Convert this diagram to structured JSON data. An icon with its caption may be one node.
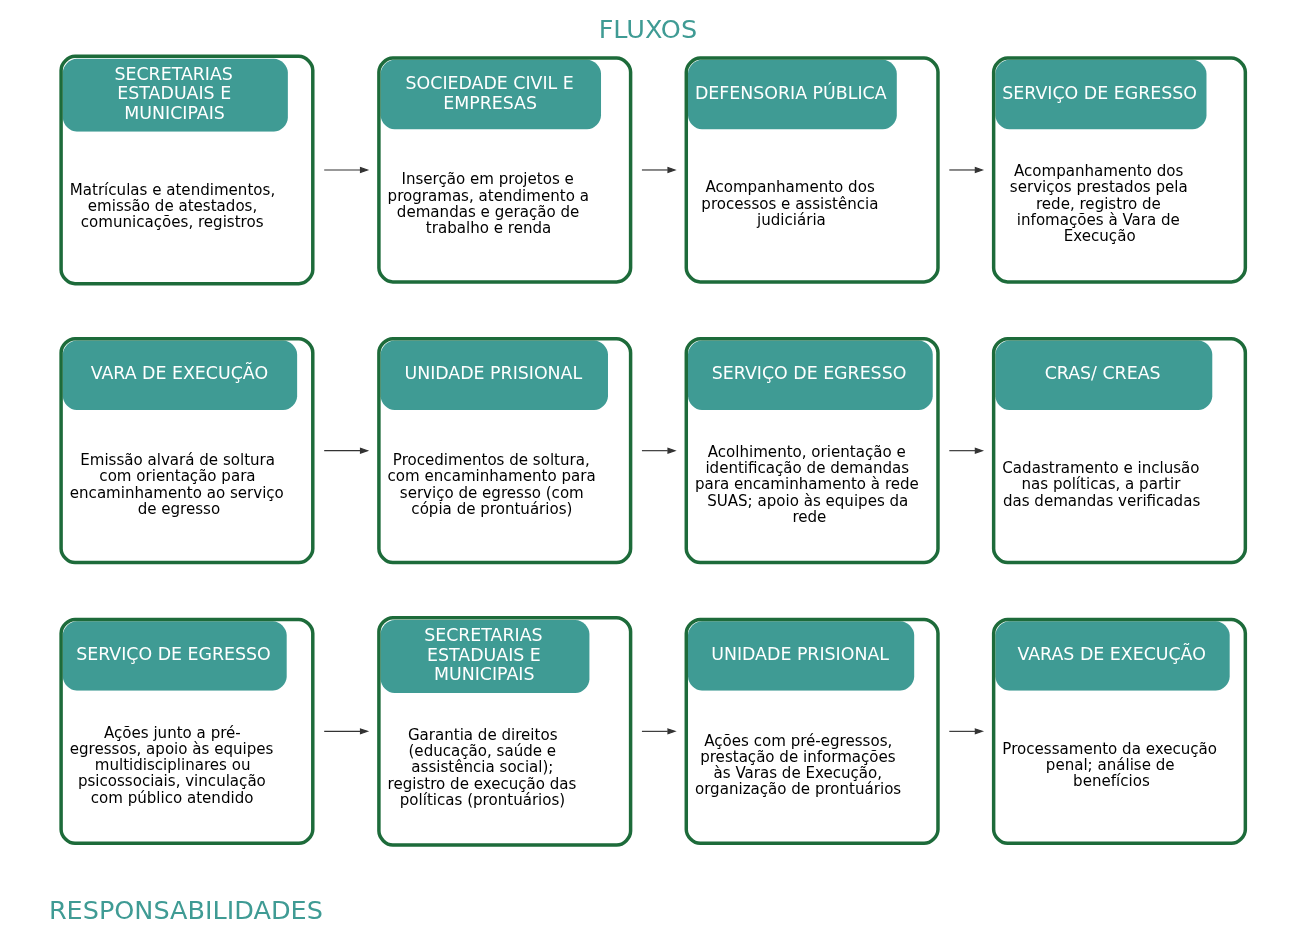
{
  "diagram": {
    "title": "FLUXOS",
    "nodes": [
      {
        "text": [
          "SERVIÇO DE EGRESSO",
          "Ações junto a pré-egressos, apoio às equipes multidisciplinares ou psicossociais, vinculação com público atendido"
        ]
      },
      {
        "text": [
          "SECRETARIAS ESTADUAIS E MUNICIPAIS",
          "Garantia de direitos (educação, saúde e assistência social); registro de execução das políticas (prontuários)"
        ]
      },
      {
        "text": [
          "UNIDADE PRISIONAL",
          "Ações com pré-egressos, prestação de informações às Varas de Execução, organização de prontuários"
        ]
      },
      {
        "text": [
          "VARAS DE EXECUÇÃO",
          "Processamento da execução penal; análise de benefícios"
        ]
      },
      {
        "text": [
          "VARA DE EXECUÇÃO",
          "Emissão alvará de soltura com orientação para encaminhamento ao serviço de egresso"
        ]
      },
      {
        "text": [
          "UNIDADE PRISIONAL",
          "Procedimentos de soltura, com encaminhamento para serviço de egresso (com cópia de prontuários)"
        ]
      },
      {
        "text": [
          "SERVIÇO DE EGRESSO",
          "Acolhimento, orientação e identificação de demandas para encaminhamento à rede SUAS; apoio às equipes da rede"
        ]
      },
      {
        "text": [
          "CRAS/ CREAS",
          "Cadastramento e inclusão nas políticas, a partir das demandas verificadas"
        ]
      },
      {
        "text": [
          "SECRETARIAS ESTADUAIS E MUNICIPAIS",
          "Matrículas e atendimentos, emissão de atestados, comunicações, registros"
        ]
      },
      {
        "text": [
          "SOCIEDADE CIVIL E EMPRESAS",
          "Inserção em projetos e programas, atendimento a demandas e geração de trabalho e renda"
        ]
      },
      {
        "text": [
          "DEFENSORIA PÚBLICA",
          "Acompanhamento dos processos e assistência judiciária"
        ]
      },
      {
        "text": [
          "SERVIÇO DE EGRESSO",
          "Acompanhamento dos serviços prestados pela rede, registro de infomações à Vara de Execução"
        ]
      }
    ],
    "edges": [
      {
        "from": 0,
        "to": 1,
        "arrow": "to"
      },
      {
        "from": 1,
        "to": 2,
        "arrow": "to"
      },
      {
        "from": 2,
        "to": 3,
        "arrow": "to"
      },
      {
        "from": 4,
        "to": 5,
        "arrow": "to"
      },
      {
        "from": 5,
        "to": 6,
        "arrow": "to"
      },
      {
        "from": 6,
        "to": 7,
        "arrow": "to"
      },
      {
        "from": 8,
        "to": 9,
        "arrow": "to"
      },
      {
        "from": 9,
        "to": 10,
        "arrow": "to"
      },
      {
        "from": 10,
        "to": 11,
        "arrow": "to"
      }
    ],
    "labels": [
      "RESPONSABILIDADES"
    ]
  }
}
